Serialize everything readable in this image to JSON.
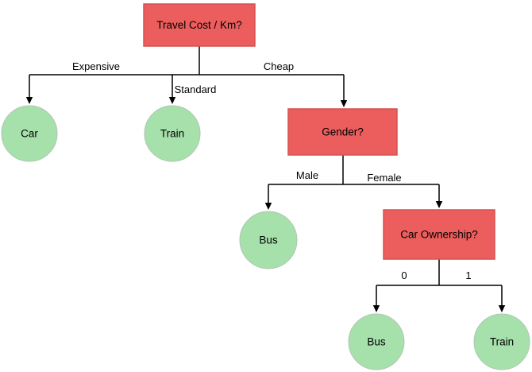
{
  "diagram": {
    "kind": "decision-tree",
    "nodes": [
      {
        "id": "travel-cost",
        "type": "decision",
        "label": "Travel Cost / Km?"
      },
      {
        "id": "car",
        "type": "leaf",
        "label": "Car"
      },
      {
        "id": "train",
        "type": "leaf",
        "label": "Train"
      },
      {
        "id": "gender",
        "type": "decision",
        "label": "Gender?"
      },
      {
        "id": "bus",
        "type": "leaf",
        "label": "Bus"
      },
      {
        "id": "car-ownership",
        "type": "decision",
        "label": "Car Ownership?"
      },
      {
        "id": "bus-2",
        "type": "leaf",
        "label": "Bus"
      },
      {
        "id": "train-2",
        "type": "leaf",
        "label": "Train"
      }
    ],
    "edges": [
      {
        "from": "travel-cost",
        "to": "car",
        "label": "Expensive"
      },
      {
        "from": "travel-cost",
        "to": "train",
        "label": "Standard"
      },
      {
        "from": "travel-cost",
        "to": "gender",
        "label": "Cheap"
      },
      {
        "from": "gender",
        "to": "bus",
        "label": "Male"
      },
      {
        "from": "gender",
        "to": "car-ownership",
        "label": "Female"
      },
      {
        "from": "car-ownership",
        "to": "bus-2",
        "label": "0"
      },
      {
        "from": "car-ownership",
        "to": "train-2",
        "label": "1"
      }
    ],
    "colors": {
      "decision_fill": "#ec5d5d",
      "decision_stroke": "#d65151",
      "leaf_fill": "#a6e0ab",
      "leaf_stroke": "#b3c6b5",
      "edge": "#000000",
      "background": "#ffffff"
    }
  }
}
